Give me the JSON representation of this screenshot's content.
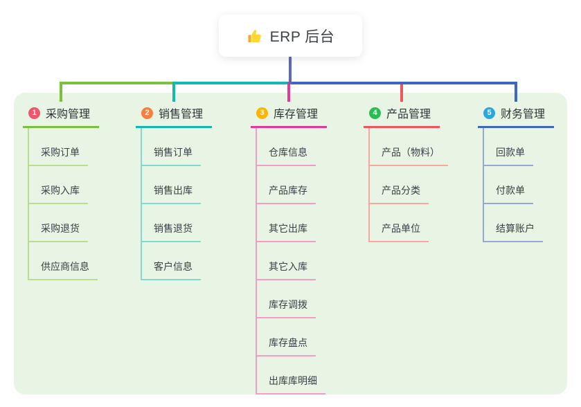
{
  "root_node": {
    "icon": "thumbs-up-icon",
    "title": "ERP 后台"
  },
  "colors": {
    "canvas_bg": "#ffffff",
    "panel_bg": "#e9f5e4",
    "root_connector": "#5a68c0"
  },
  "branches": [
    {
      "num": "1",
      "label": "采购管理",
      "colors": {
        "line": "#7cc03f",
        "sub_line": "#b7dd90",
        "badge": "#f4536e"
      },
      "items": [
        "采购订单",
        "采购入库",
        "采购退货",
        "供应商信息"
      ]
    },
    {
      "num": "2",
      "label": "销售管理",
      "colors": {
        "line": "#14b8ae",
        "sub_line": "#82d8d0",
        "badge": "#f87f3e"
      },
      "items": [
        "销售订单",
        "销售出库",
        "销售退货",
        "客户信息"
      ]
    },
    {
      "num": "3",
      "label": "库存管理",
      "colors": {
        "line": "#e23a96",
        "sub_line": "#f49cc6",
        "badge": "#fcb505"
      },
      "items": [
        "仓库信息",
        "产品库存",
        "其它出库",
        "其它入库",
        "库存调拨",
        "库存盘点",
        "出库库明细"
      ]
    },
    {
      "num": "4",
      "label": "产品管理",
      "colors": {
        "line": "#f2545b",
        "sub_line": "#f9a6a1",
        "badge": "#27bf53"
      },
      "items": [
        "产品（物料）",
        "产品分类",
        "产品单位"
      ]
    },
    {
      "num": "5",
      "label": "财务管理",
      "colors": {
        "line": "#3c67c3",
        "sub_line": "#94a8d8",
        "badge": "#29a8e0"
      },
      "items": [
        "回款单",
        "付款单",
        "结算账户"
      ]
    }
  ]
}
